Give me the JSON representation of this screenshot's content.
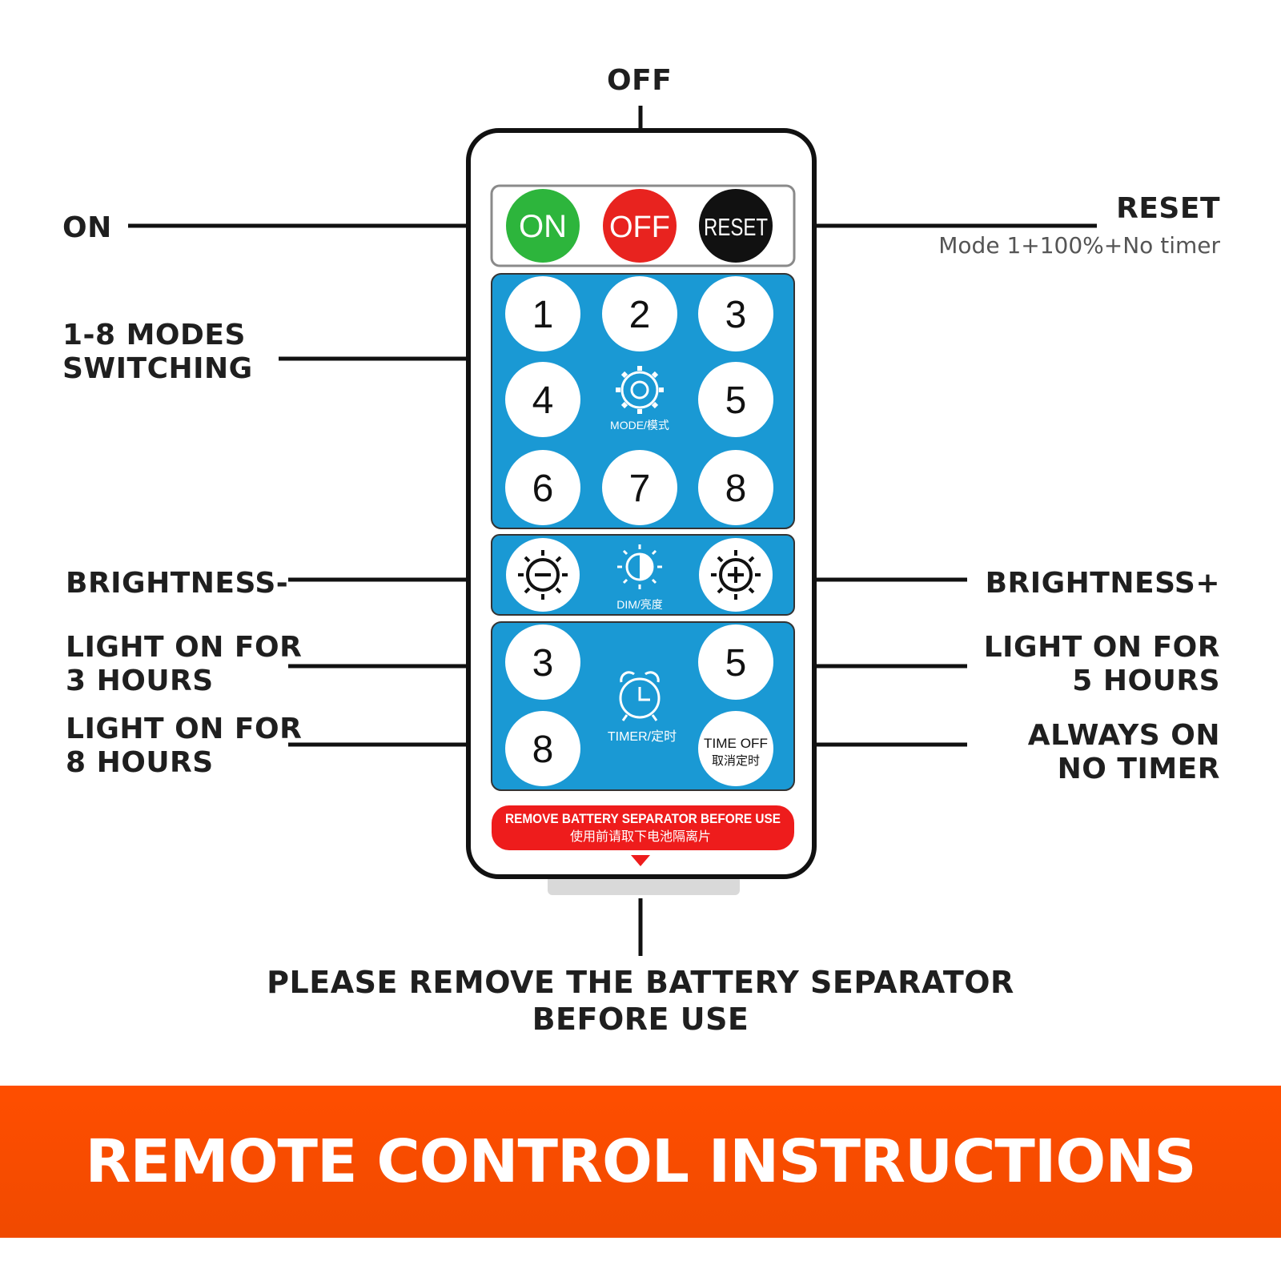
{
  "labels": {
    "off": "OFF",
    "on": "ON",
    "reset": "RESET",
    "reset_sub": "Mode 1+100%+No timer",
    "modes": [
      "1-8 MODES",
      "SWITCHING"
    ],
    "brightness_minus": "BRIGHTNESS-",
    "brightness_plus": "BRIGHTNESS+",
    "light3": [
      "LIGHT ON FOR",
      "3 HOURS"
    ],
    "light5": [
      "LIGHT ON FOR",
      "5 HOURS"
    ],
    "light8": [
      "LIGHT ON FOR",
      "8 HOURS"
    ],
    "always_on": [
      "ALWAYS ON",
      "NO TIMER"
    ],
    "separator_note": [
      "PLEASE REMOVE THE BATTERY SEPARATOR",
      "BEFORE USE"
    ]
  },
  "remote": {
    "buttons": {
      "on": "ON",
      "off": "OFF",
      "reset": "RESET",
      "modes": [
        "1",
        "2",
        "3",
        "4",
        "5",
        "6",
        "7",
        "8"
      ],
      "timer_3": "3",
      "timer_5": "5",
      "timer_8": "8",
      "time_off": [
        "TIME OFF",
        "取消定时"
      ]
    },
    "mode_caption": "MODE/模式",
    "dim_caption": "DIM/亮度",
    "timer_caption": "TIMER/定时",
    "separator_tab": [
      "REMOVE BATTERY SEPARATOR BEFORE USE",
      "使用前请取下电池隔离片"
    ]
  },
  "footer": {
    "title": "REMOTE CONTROL INSTRUCTIONS"
  },
  "colors": {
    "panel_blue": "#1a99d4",
    "on_green": "#2db53c",
    "off_red": "#e8231f",
    "reset_black": "#111111",
    "separator_red": "#ee1c1c",
    "banner_orange": "#ff4e00"
  },
  "icons": [
    "gear-icon",
    "brightness-icon",
    "brightness-minus-icon",
    "brightness-plus-icon",
    "alarm-clock-icon",
    "arrow-down-icon"
  ]
}
